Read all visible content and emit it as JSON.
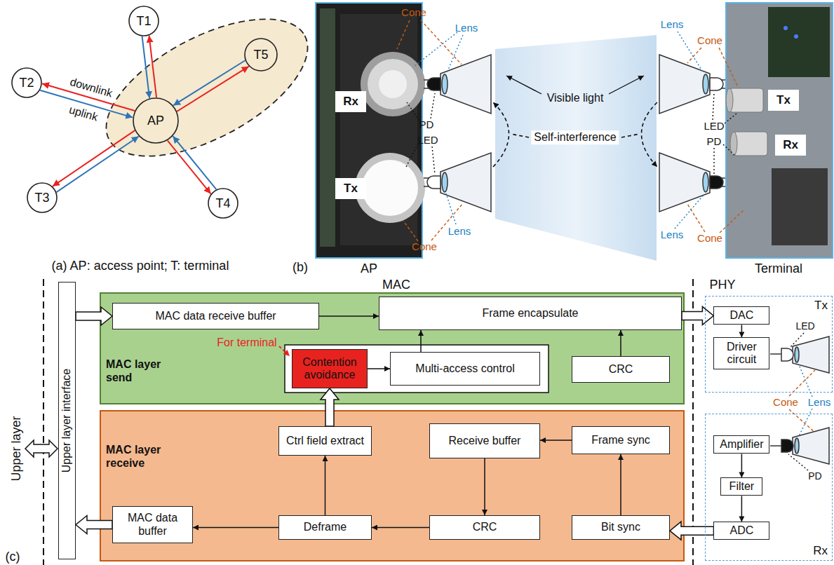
{
  "diagram": {
    "nodes": [
      {
        "text": [
          "T1"
        ]
      },
      {
        "text": [
          "T2"
        ]
      },
      {
        "text": [
          "AP"
        ]
      },
      {
        "text": [
          "T5"
        ]
      },
      {
        "text": [
          "T3"
        ]
      },
      {
        "text": [
          "T4"
        ]
      },
      {
        "text": [
          "Rx"
        ]
      },
      {
        "text": [
          "Tx"
        ]
      },
      {
        "text": [
          "Tx"
        ]
      },
      {
        "text": [
          "Rx"
        ]
      },
      {
        "text": [
          "Upper layer interface"
        ]
      },
      {
        "text": [
          "MAC layer send"
        ]
      },
      {
        "text": [
          "MAC data receive buffer"
        ],
        "in": 11
      },
      {
        "text": [
          "Frame encapsulate"
        ],
        "in": 11
      },
      {
        "text": [
          "Contention avoidance"
        ],
        "in": 11
      },
      {
        "text": [
          "Multi-access control"
        ],
        "in": 11
      },
      {
        "text": [
          "CRC"
        ],
        "in": 11
      },
      {
        "text": [
          "MAC layer receive"
        ]
      },
      {
        "text": [
          "Ctrl field extract"
        ],
        "in": 17
      },
      {
        "text": [
          "Receive buffer"
        ],
        "in": 17
      },
      {
        "text": [
          "Frame sync"
        ],
        "in": 17
      },
      {
        "text": [
          "MAC data buffer"
        ],
        "in": 17
      },
      {
        "text": [
          "Deframe"
        ],
        "in": 17
      },
      {
        "text": [
          "CRC"
        ],
        "in": 17
      },
      {
        "text": [
          "Bit sync"
        ],
        "in": 17
      },
      {
        "text": [
          "Tx"
        ]
      },
      {
        "text": [
          "DAC"
        ],
        "in": 25
      },
      {
        "text": [
          "Driver circuit"
        ],
        "in": 25
      },
      {
        "text": [
          "Rx"
        ]
      },
      {
        "text": [
          "Amplifier"
        ],
        "in": 28
      },
      {
        "text": [
          "Filter"
        ],
        "in": 28
      },
      {
        "text": [
          "ADC"
        ],
        "in": 28
      }
    ],
    "edges": [
      {
        "from": 2,
        "to": 0,
        "arrow": "to"
      },
      {
        "from": 0,
        "to": 2,
        "arrow": "to"
      },
      {
        "from": 2,
        "to": 1,
        "arrow": "to",
        "label": "downlink"
      },
      {
        "from": 1,
        "to": 2,
        "arrow": "to",
        "label": "uplink"
      },
      {
        "from": 2,
        "to": 3,
        "arrow": "to"
      },
      {
        "from": 3,
        "to": 2,
        "arrow": "to"
      },
      {
        "from": 2,
        "to": 4,
        "arrow": "to"
      },
      {
        "from": 4,
        "to": 2,
        "arrow": "to"
      },
      {
        "from": 2,
        "to": 5,
        "arrow": "to"
      },
      {
        "from": 5,
        "to": 2,
        "arrow": "to"
      },
      {
        "from": 10,
        "to": 12,
        "arrow": "to"
      },
      {
        "from": 12,
        "to": 13,
        "arrow": "to"
      },
      {
        "from": 14,
        "to": 15,
        "arrow": "to"
      },
      {
        "from": 15,
        "to": 13,
        "arrow": "to"
      },
      {
        "from": 16,
        "to": 13,
        "arrow": "to"
      },
      {
        "from": 13,
        "to": 26,
        "arrow": "to"
      },
      {
        "from": 26,
        "to": 27,
        "arrow": "to"
      },
      {
        "from": 29,
        "to": 30,
        "arrow": "to"
      },
      {
        "from": 30,
        "to": 31,
        "arrow": "to"
      },
      {
        "from": 31,
        "to": 24,
        "arrow": "to"
      },
      {
        "from": 24,
        "to": 20,
        "arrow": "to"
      },
      {
        "from": 20,
        "to": 19,
        "arrow": "to"
      },
      {
        "from": 19,
        "to": 23,
        "arrow": "to"
      },
      {
        "from": 23,
        "to": 22,
        "arrow": "to"
      },
      {
        "from": 22,
        "to": 21,
        "arrow": "to"
      },
      {
        "from": 22,
        "to": 18,
        "arrow": "to"
      },
      {
        "from": 21,
        "to": 10,
        "arrow": "to"
      },
      {
        "from": 18,
        "to": 14,
        "arrow": "to"
      }
    ],
    "labels": [
      "(a) AP: access point; T: terminal",
      "(b)",
      "Cone",
      "Lens",
      "PD",
      "LED",
      "Lens",
      "Cone",
      "AP",
      "Visible light",
      "Self-interference",
      "Lens",
      "Cone",
      "LED",
      "PD",
      "Lens",
      "Cone",
      "Terminal",
      "(c)",
      "Upper layer",
      "MAC",
      "PHY",
      "For terminal",
      "LED",
      "Cone",
      "Lens",
      "PD"
    ]
  }
}
